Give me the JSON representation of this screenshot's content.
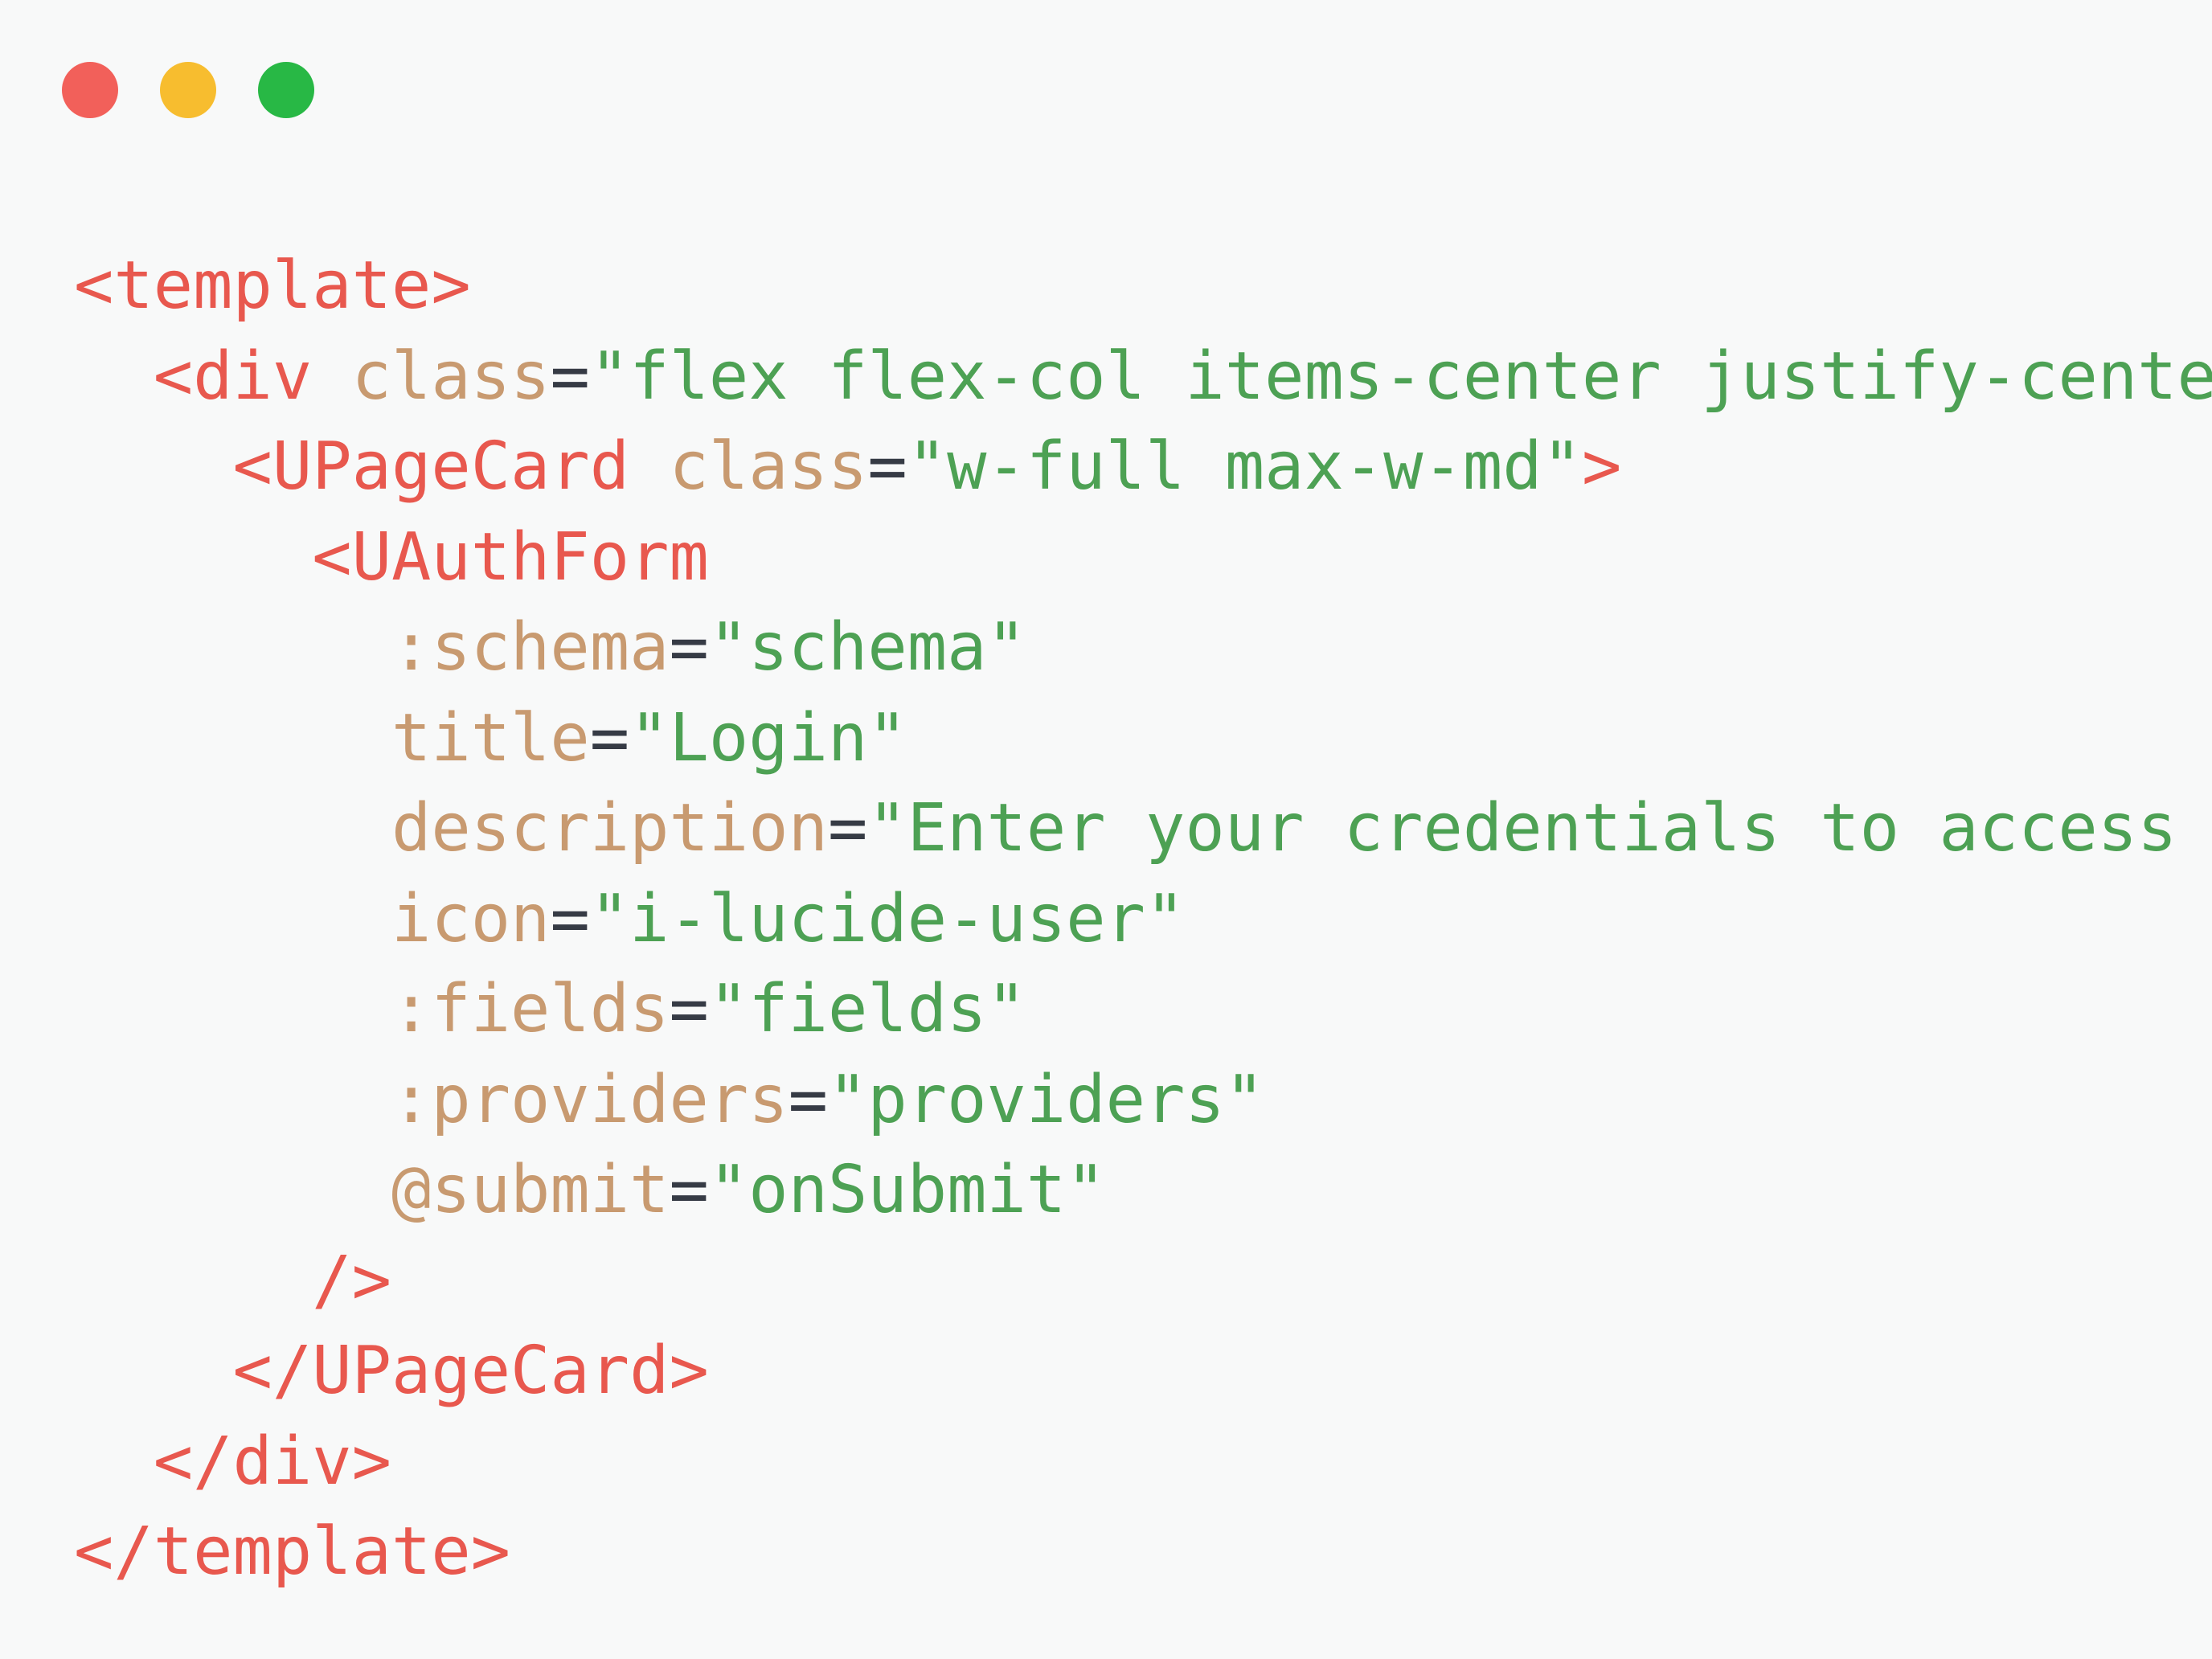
{
  "window": {
    "background": "#f8f9f9",
    "controls": [
      {
        "name": "close",
        "color": "#f2605a"
      },
      {
        "name": "minimize",
        "color": "#f7bd2f"
      },
      {
        "name": "maximize",
        "color": "#28b845"
      }
    ]
  },
  "editor": {
    "language": "vue-template",
    "theme": {
      "tag": "#e8584e",
      "attr": "#c89a70",
      "string": "#4da154",
      "punct": "#363b45",
      "plain": "#363b45"
    },
    "lines": [
      [
        {
          "t": "tag",
          "v": "<template>"
        }
      ],
      [
        {
          "t": "plain",
          "v": "  "
        },
        {
          "t": "tag",
          "v": "<div"
        },
        {
          "t": "plain",
          "v": " "
        },
        {
          "t": "attr",
          "v": "class"
        },
        {
          "t": "punct",
          "v": "="
        },
        {
          "t": "string",
          "v": "\"flex flex-col items-center justify-center"
        }
      ],
      [
        {
          "t": "plain",
          "v": "    "
        },
        {
          "t": "tag",
          "v": "<UPageCard"
        },
        {
          "t": "plain",
          "v": " "
        },
        {
          "t": "attr",
          "v": "class"
        },
        {
          "t": "punct",
          "v": "="
        },
        {
          "t": "string",
          "v": "\"w-full max-w-md\""
        },
        {
          "t": "tag",
          "v": ">"
        }
      ],
      [
        {
          "t": "plain",
          "v": "      "
        },
        {
          "t": "tag",
          "v": "<UAuthForm"
        }
      ],
      [
        {
          "t": "plain",
          "v": "        "
        },
        {
          "t": "attr",
          "v": ":schema"
        },
        {
          "t": "punct",
          "v": "="
        },
        {
          "t": "string",
          "v": "\"schema\""
        }
      ],
      [
        {
          "t": "plain",
          "v": "        "
        },
        {
          "t": "attr",
          "v": "title"
        },
        {
          "t": "punct",
          "v": "="
        },
        {
          "t": "string",
          "v": "\"Login\""
        }
      ],
      [
        {
          "t": "plain",
          "v": "        "
        },
        {
          "t": "attr",
          "v": "description"
        },
        {
          "t": "punct",
          "v": "="
        },
        {
          "t": "string",
          "v": "\"Enter your credentials to access"
        }
      ],
      [
        {
          "t": "plain",
          "v": "        "
        },
        {
          "t": "attr",
          "v": "icon"
        },
        {
          "t": "punct",
          "v": "="
        },
        {
          "t": "string",
          "v": "\"i-lucide-user\""
        }
      ],
      [
        {
          "t": "plain",
          "v": "        "
        },
        {
          "t": "attr",
          "v": ":fields"
        },
        {
          "t": "punct",
          "v": "="
        },
        {
          "t": "string",
          "v": "\"fields\""
        }
      ],
      [
        {
          "t": "plain",
          "v": "        "
        },
        {
          "t": "attr",
          "v": ":providers"
        },
        {
          "t": "punct",
          "v": "="
        },
        {
          "t": "string",
          "v": "\"providers\""
        }
      ],
      [
        {
          "t": "plain",
          "v": "        "
        },
        {
          "t": "attr",
          "v": "@submit"
        },
        {
          "t": "punct",
          "v": "="
        },
        {
          "t": "string",
          "v": "\"onSubmit\""
        }
      ],
      [
        {
          "t": "plain",
          "v": "      "
        },
        {
          "t": "tag",
          "v": "/>"
        }
      ],
      [
        {
          "t": "plain",
          "v": "    "
        },
        {
          "t": "tag",
          "v": "</UPageCard>"
        }
      ],
      [
        {
          "t": "plain",
          "v": "  "
        },
        {
          "t": "tag",
          "v": "</div>"
        }
      ],
      [
        {
          "t": "tag",
          "v": "</template>"
        }
      ]
    ]
  }
}
